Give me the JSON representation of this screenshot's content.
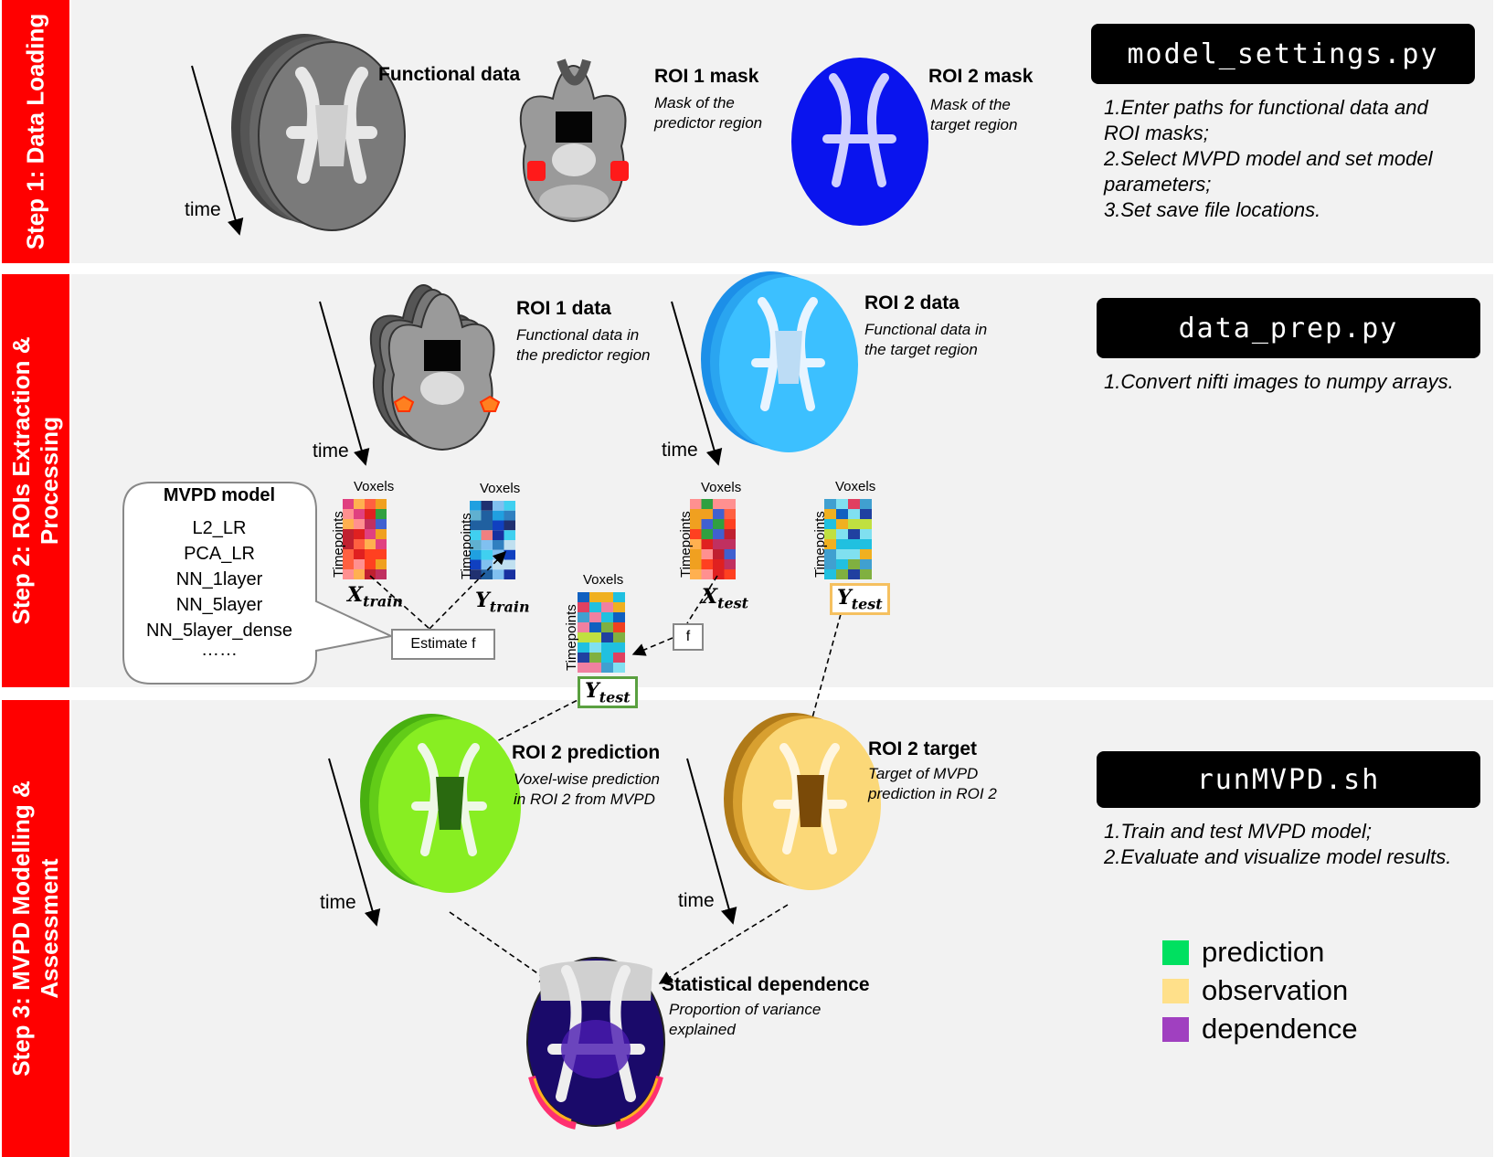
{
  "steps": [
    {
      "label": "Step 1: Data Loading"
    },
    {
      "label": "Step 2: ROIs Extraction &\nProcessing"
    },
    {
      "label": "Step 3: MVPD Modelling &\nAssessment"
    }
  ],
  "scripts": {
    "s1": {
      "file": "model_settings.py",
      "notes": [
        "1.Enter paths for functional data and",
        "ROI masks;",
        "2.Select MVPD model and set model",
        "parameters;",
        "3.Set save file locations."
      ]
    },
    "s2": {
      "file": "data_prep.py",
      "notes": [
        "1.Convert nifti images to numpy arrays."
      ]
    },
    "s3": {
      "file": "runMVPD.sh",
      "notes": [
        "1.Train and test MVPD model;",
        "2.Evaluate and visualize model results."
      ]
    }
  },
  "labels": {
    "functional": "Functional data",
    "roi1mask": "ROI 1 mask",
    "roi1mask_sub": [
      "Mask of the",
      "predictor region"
    ],
    "roi2mask": "ROI 2 mask",
    "roi2mask_sub": [
      "Mask of the",
      "target region"
    ],
    "roi1data": "ROI 1 data",
    "roi1data_sub": [
      "Functional data in",
      "the predictor region"
    ],
    "roi2data": "ROI 2 data",
    "roi2data_sub": [
      "Functional data in",
      "the target region"
    ],
    "roi2pred": "ROI 2 prediction",
    "roi2pred_sub": [
      "Voxel-wise prediction",
      "in ROI 2 from MVPD"
    ],
    "roi2target": "ROI 2 target",
    "roi2target_sub": [
      "Target of MVPD",
      "prediction in ROI 2"
    ],
    "stat": "Statistical dependence",
    "stat_sub": [
      "Proportion of variance",
      "explained"
    ],
    "time": "time",
    "voxels": "Voxels",
    "timepoints": "Timepoints",
    "estimate": "Estimate f",
    "f": "f",
    "X": "X",
    "Y": "Y",
    "train": "train",
    "test": "test"
  },
  "mvpd_model": {
    "title": "MVPD model",
    "items": [
      "L2_LR",
      "PCA_LR",
      "NN_1layer",
      "NN_5layer",
      "NN_5layer_dense",
      "……"
    ]
  },
  "legend": [
    {
      "label": "prediction",
      "color": "#00e060"
    },
    {
      "label": "observation",
      "color": "#ffe08a"
    },
    {
      "label": "dependence",
      "color": "#a040c0"
    }
  ],
  "colors": {
    "step_bar": "#ff0000",
    "panel": "#f2f2f2",
    "green_frame": "#5aa040",
    "yellow_frame": "#f5c060"
  }
}
